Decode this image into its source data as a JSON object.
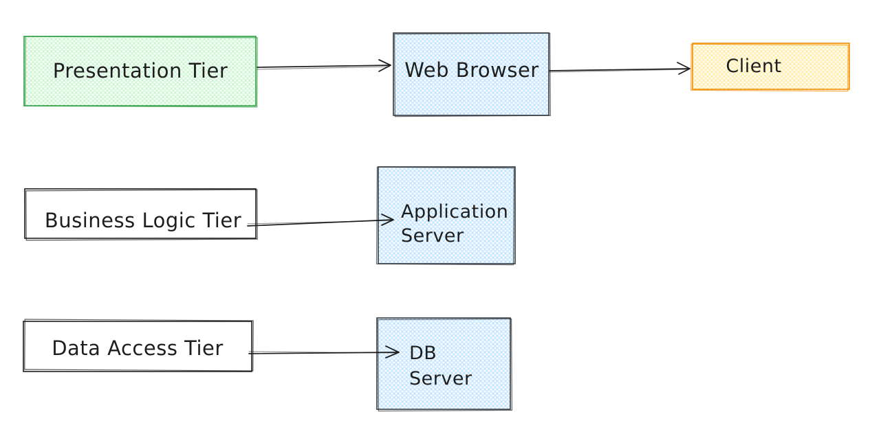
{
  "diagram": {
    "type": "flow-diagram",
    "description": "Three-tier architecture sketch diagram",
    "nodes": [
      {
        "id": "presentation-tier",
        "label": "Presentation Tier",
        "fill": "#b2f2bb",
        "stroke": "#2f9e44"
      },
      {
        "id": "web-browser",
        "label": "Web Browser",
        "fill": "#a5d8ff",
        "stroke": "#343a40"
      },
      {
        "id": "client",
        "label": "Client",
        "fill": "#ffec99",
        "stroke": "#f08c00"
      },
      {
        "id": "business-logic-tier",
        "label": "Business Logic Tier",
        "fill": "#ffffff",
        "stroke": "#1e1e1e"
      },
      {
        "id": "application-server",
        "label": "Application Server",
        "lines": [
          "Application",
          "Server"
        ],
        "fill": "#a5d8ff",
        "stroke": "#343a40"
      },
      {
        "id": "data-access-tier",
        "label": "Data Access Tier",
        "fill": "#ffffff",
        "stroke": "#1e1e1e"
      },
      {
        "id": "db-server",
        "label": "DB Server",
        "lines": [
          "DB",
          "Server"
        ],
        "fill": "#a5d8ff",
        "stroke": "#343a40"
      }
    ],
    "edges": [
      {
        "from": "presentation-tier",
        "to": "web-browser"
      },
      {
        "from": "web-browser",
        "to": "client"
      },
      {
        "from": "business-logic-tier",
        "to": "application-server"
      },
      {
        "from": "data-access-tier",
        "to": "db-server"
      }
    ]
  },
  "colors": {
    "ink": "#1e1e1e",
    "background": "#ffffff",
    "green_fill": "#b2f2bb",
    "green_stroke": "#2f9e44",
    "blue_fill": "#a5d8ff",
    "blue_stroke": "#343a40",
    "yellow_fill": "#ffec99",
    "yellow_stroke": "#f08c00",
    "white_fill": "#ffffff"
  }
}
